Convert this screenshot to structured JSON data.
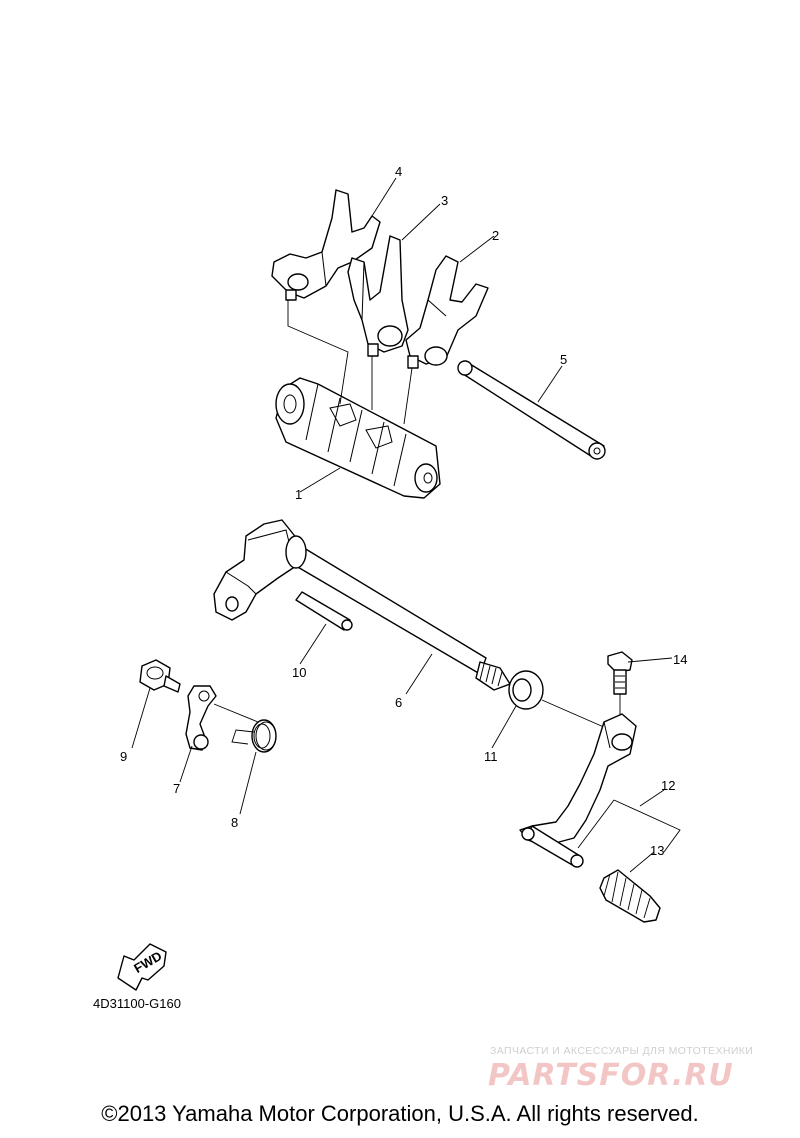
{
  "diagram": {
    "callouts": [
      "1",
      "2",
      "3",
      "4",
      "5",
      "6",
      "7",
      "8",
      "9",
      "10",
      "11",
      "12",
      "13",
      "14"
    ],
    "fwd_label": "FWD",
    "part_code": "4D31100-G160"
  },
  "watermark": {
    "tagline": "ЗАПЧАСТИ И АКСЕССУАРЫ ДЛЯ МОТОТЕХНИКИ",
    "logo": "PARTSFOR.RU"
  },
  "footer": {
    "copyright": "©2013 Yamaha Motor Corporation, U.S.A. All rights reserved."
  }
}
